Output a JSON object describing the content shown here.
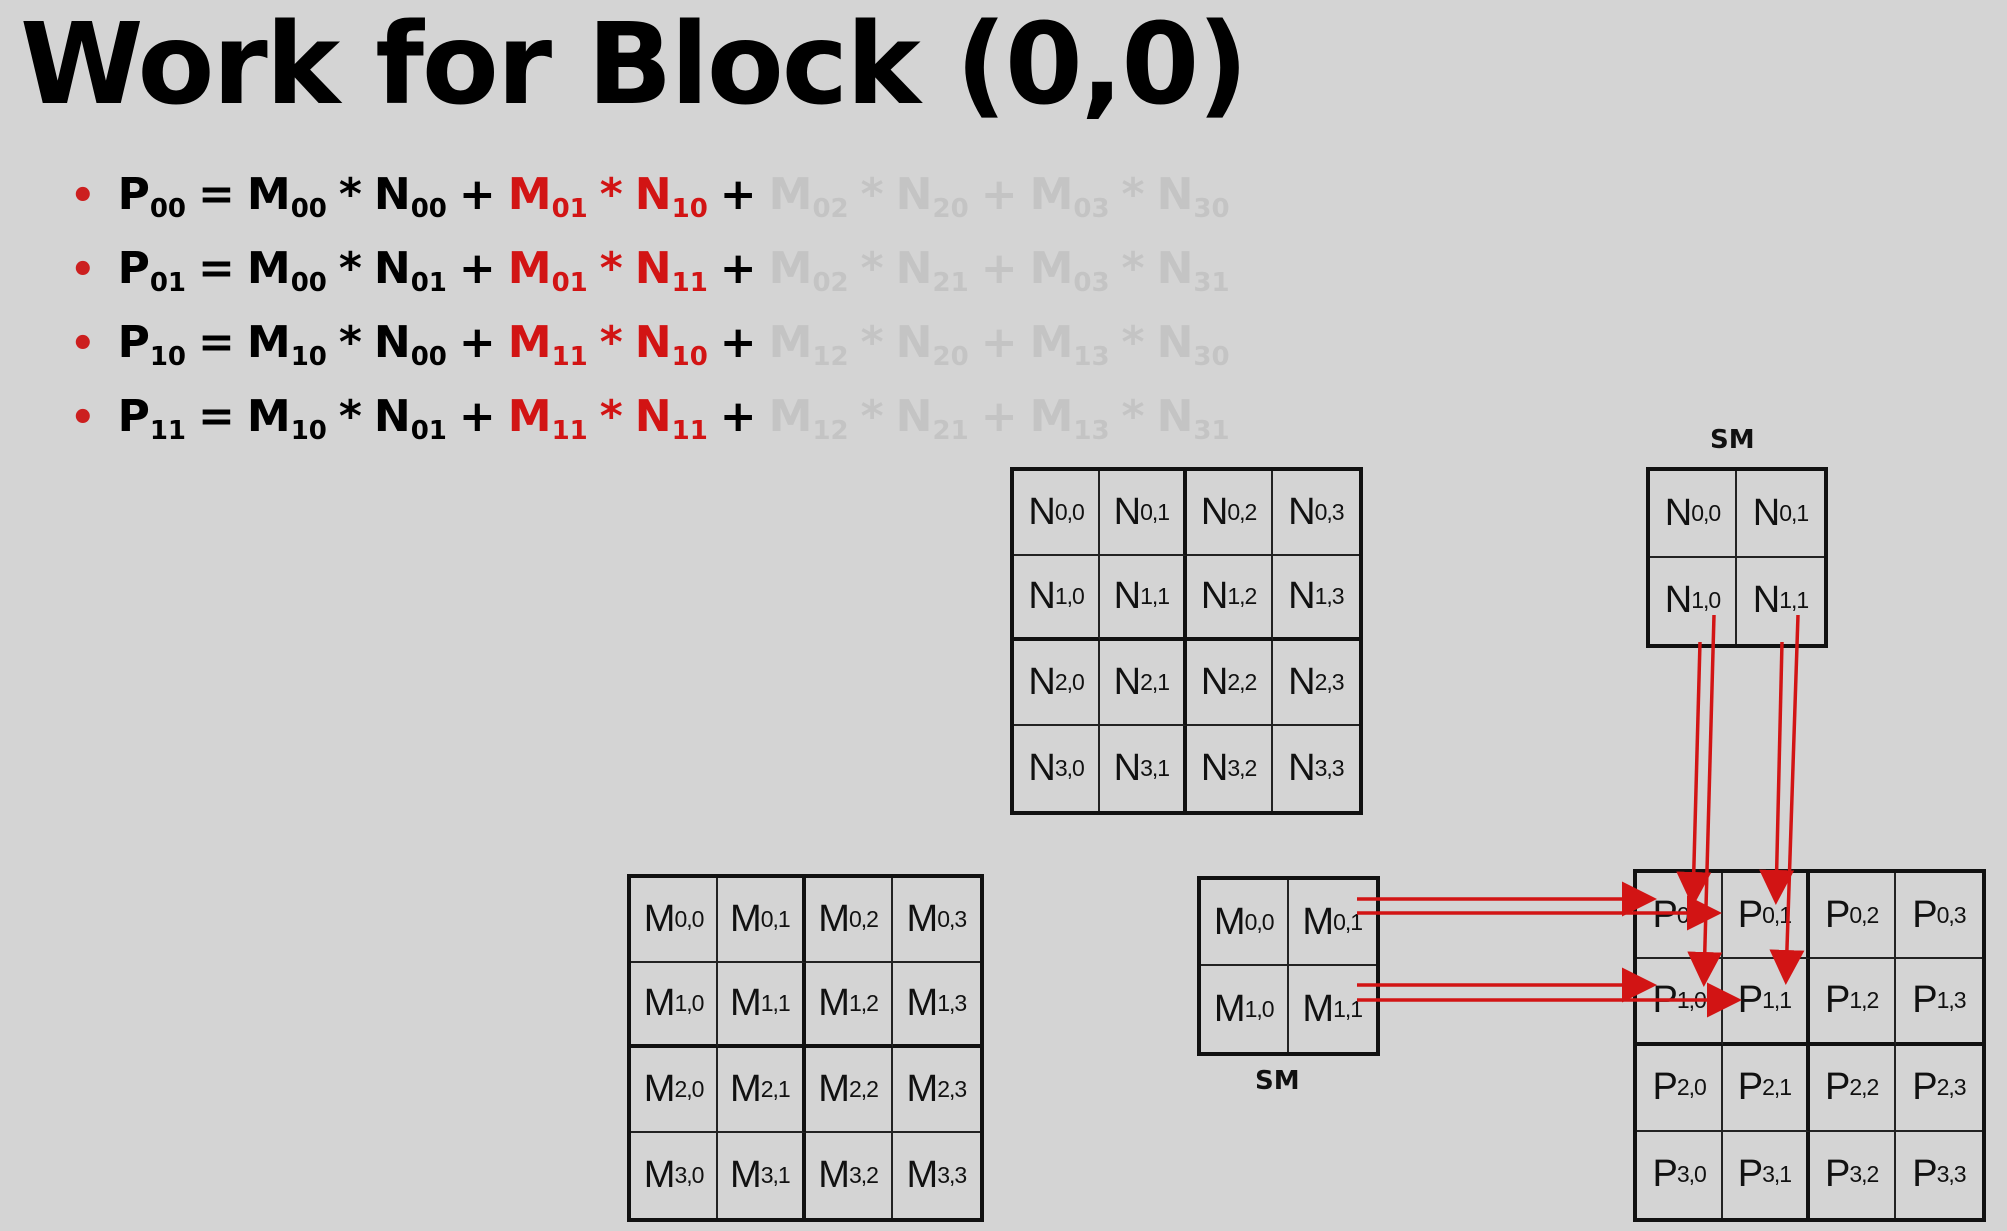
{
  "title": "Work for Block (0,0)",
  "colors": {
    "highlight": "#d21414",
    "faint": "#c4c4c4",
    "background": "#d4d4d4"
  },
  "equations": [
    [
      {
        "base": "P",
        "sub": "00",
        "style": "normal"
      },
      {
        "op": "="
      },
      {
        "base": "M",
        "sub": "00",
        "style": "normal"
      },
      {
        "op": "*"
      },
      {
        "base": "N",
        "sub": "00",
        "style": "normal"
      },
      {
        "op": "+"
      },
      {
        "base": "M",
        "sub": "01",
        "style": "red"
      },
      {
        "op": "*",
        "style": "red"
      },
      {
        "base": "N",
        "sub": "10",
        "style": "red"
      },
      {
        "op": "+"
      },
      {
        "base": "M",
        "sub": "02",
        "style": "faint"
      },
      {
        "op": "*",
        "style": "faint"
      },
      {
        "base": "N",
        "sub": "20",
        "style": "faint"
      },
      {
        "op": "+",
        "style": "faint"
      },
      {
        "base": "M",
        "sub": "03",
        "style": "faint"
      },
      {
        "op": "*",
        "style": "faint"
      },
      {
        "base": "N",
        "sub": "30",
        "style": "faint"
      }
    ],
    [
      {
        "base": "P",
        "sub": "01",
        "style": "normal"
      },
      {
        "op": "="
      },
      {
        "base": "M",
        "sub": "00",
        "style": "normal"
      },
      {
        "op": "*"
      },
      {
        "base": "N",
        "sub": "01",
        "style": "normal"
      },
      {
        "op": "+"
      },
      {
        "base": "M",
        "sub": "01",
        "style": "red"
      },
      {
        "op": "*",
        "style": "red"
      },
      {
        "base": "N",
        "sub": "11",
        "style": "red"
      },
      {
        "op": "+"
      },
      {
        "base": "M",
        "sub": "02",
        "style": "faint"
      },
      {
        "op": "*",
        "style": "faint"
      },
      {
        "base": "N",
        "sub": "21",
        "style": "faint"
      },
      {
        "op": "+",
        "style": "faint"
      },
      {
        "base": "M",
        "sub": "03",
        "style": "faint"
      },
      {
        "op": "*",
        "style": "faint"
      },
      {
        "base": "N",
        "sub": "31",
        "style": "faint"
      }
    ],
    [
      {
        "base": "P",
        "sub": "10",
        "style": "normal"
      },
      {
        "op": "="
      },
      {
        "base": "M",
        "sub": "10",
        "style": "normal"
      },
      {
        "op": "*"
      },
      {
        "base": "N",
        "sub": "00",
        "style": "normal"
      },
      {
        "op": "+"
      },
      {
        "base": "M",
        "sub": "11",
        "style": "red"
      },
      {
        "op": "*",
        "style": "red"
      },
      {
        "base": "N",
        "sub": "10",
        "style": "red"
      },
      {
        "op": "+"
      },
      {
        "base": "M",
        "sub": "12",
        "style": "faint"
      },
      {
        "op": "*",
        "style": "faint"
      },
      {
        "base": "N",
        "sub": "20",
        "style": "faint"
      },
      {
        "op": "+",
        "style": "faint"
      },
      {
        "base": "M",
        "sub": "13",
        "style": "faint"
      },
      {
        "op": "*",
        "style": "faint"
      },
      {
        "base": "N",
        "sub": "30",
        "style": "faint"
      }
    ],
    [
      {
        "base": "P",
        "sub": "11",
        "style": "normal"
      },
      {
        "op": "="
      },
      {
        "base": "M",
        "sub": "10",
        "style": "normal"
      },
      {
        "op": "*"
      },
      {
        "base": "N",
        "sub": "01",
        "style": "normal"
      },
      {
        "op": "+"
      },
      {
        "base": "M",
        "sub": "11",
        "style": "red"
      },
      {
        "op": "*",
        "style": "red"
      },
      {
        "base": "N",
        "sub": "11",
        "style": "red"
      },
      {
        "op": "+"
      },
      {
        "base": "M",
        "sub": "12",
        "style": "faint"
      },
      {
        "op": "*",
        "style": "faint"
      },
      {
        "base": "N",
        "sub": "21",
        "style": "faint"
      },
      {
        "op": "+",
        "style": "faint"
      },
      {
        "base": "M",
        "sub": "13",
        "style": "faint"
      },
      {
        "op": "*",
        "style": "faint"
      },
      {
        "base": "N",
        "sub": "31",
        "style": "faint"
      }
    ]
  ],
  "matrices": {
    "n_full": {
      "letter": "N",
      "size": 4
    },
    "m_full": {
      "letter": "M",
      "size": 4
    },
    "p_full": {
      "letter": "P",
      "size": 4
    },
    "n_tile": {
      "letter": "N",
      "size": 2
    },
    "m_tile": {
      "letter": "M",
      "size": 2
    }
  },
  "labels": {
    "sm_top": "SM",
    "sm_bottom": "SM"
  }
}
